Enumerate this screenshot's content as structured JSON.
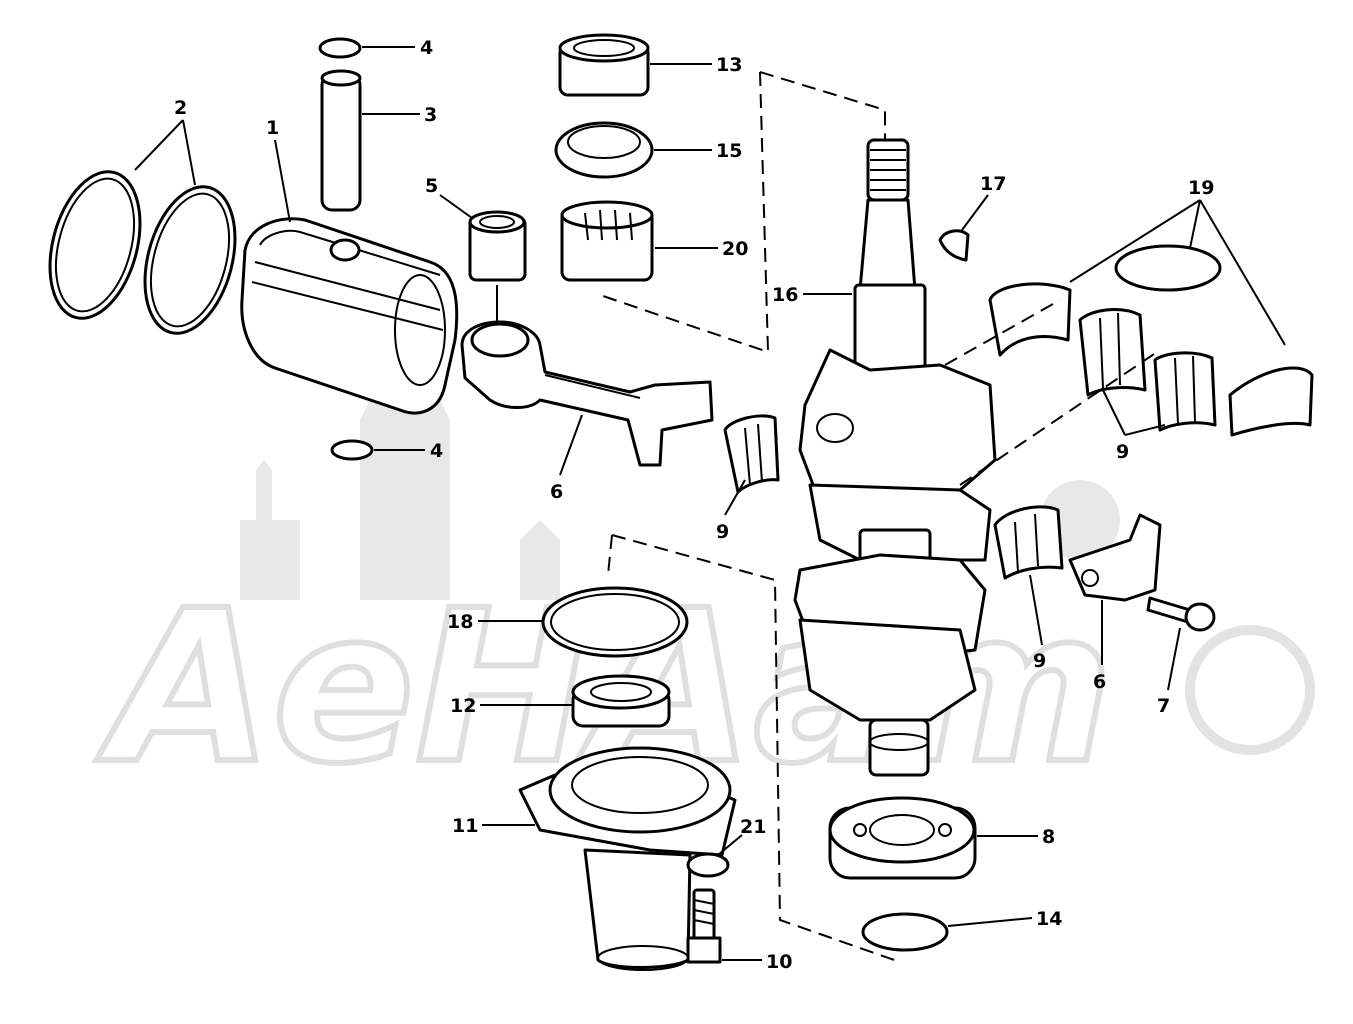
{
  "diagram": {
    "watermark": {
      "text": "AeHAam"
    },
    "callouts": [
      {
        "label": "1"
      },
      {
        "label": "2"
      },
      {
        "label": "3"
      },
      {
        "label": "4"
      },
      {
        "label": "4"
      },
      {
        "label": "5"
      },
      {
        "label": "6"
      },
      {
        "label": "6"
      },
      {
        "label": "7"
      },
      {
        "label": "8"
      },
      {
        "label": "9"
      },
      {
        "label": "9"
      },
      {
        "label": "9"
      },
      {
        "label": "10"
      },
      {
        "label": "11"
      },
      {
        "label": "12"
      },
      {
        "label": "13"
      },
      {
        "label": "14"
      },
      {
        "label": "15"
      },
      {
        "label": "16"
      },
      {
        "label": "17"
      },
      {
        "label": "18"
      },
      {
        "label": "19"
      },
      {
        "label": "20"
      },
      {
        "label": "21"
      }
    ]
  }
}
